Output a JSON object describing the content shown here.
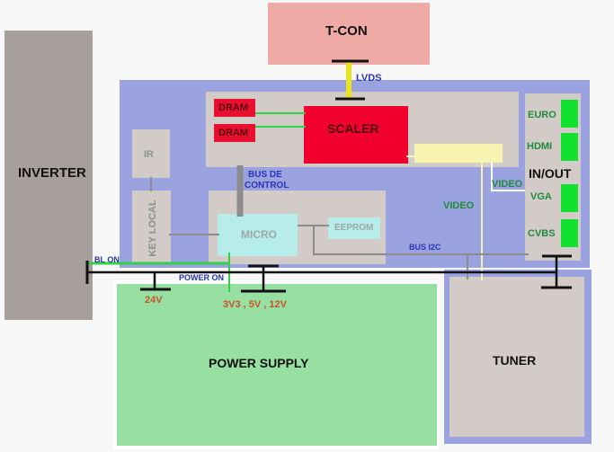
{
  "blocks": {
    "tcon": "T-CON",
    "inverter": "INVERTER",
    "scaler": "SCALER",
    "dram1": "DRAM",
    "dram2": "DRAM",
    "ir": "IR",
    "key_local": "KEY LOCAL",
    "micro": "MICRO",
    "eeprom": "EEPROM",
    "inout": "IN/OUT",
    "power_supply": "POWER SUPPLY",
    "tuner": "TUNER"
  },
  "ports": [
    "EURO",
    "HDMI",
    "VGA",
    "CVBS"
  ],
  "signals": {
    "lvds": "LVDS",
    "bus_control_1": "BUS DE",
    "bus_control_2": "CONTROL",
    "video_1": "VIDEO",
    "video_2": "VIDEO",
    "bus_i2c": "BUS I2C",
    "bl_on": "BL ON",
    "power_on": "POWER ON",
    "v24": "24V",
    "v_multi": "3V3 , 5V , 12V"
  },
  "colors": {
    "mainboard": "#9aa3e0",
    "tcon": "#f0aaa5",
    "inverter": "#a79f9c",
    "scaler": "#f2002d",
    "dram": "#e8102e",
    "panel": "#d3cbc8",
    "micro": "#b6ecea",
    "power": "#98e0a2",
    "port": "#11e22f",
    "lvds": "#ebe41a",
    "video": "#f6f4b0"
  }
}
